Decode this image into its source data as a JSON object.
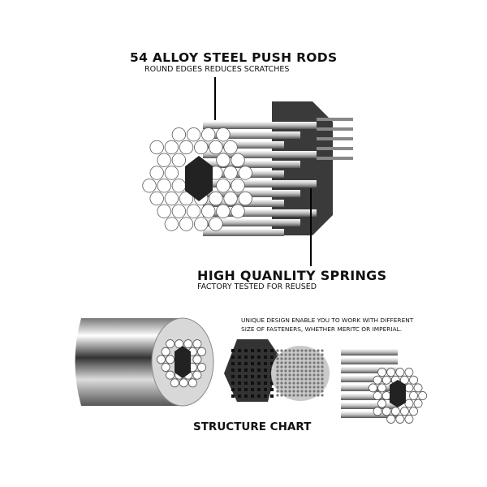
{
  "headline": {
    "title": "54 ALLOY STEEL PUSH RODS",
    "subtitle": "ROUND EDGES REDUCES SCRATCHES"
  },
  "springs": {
    "title": "HIGH QUANLITY SPRINGS",
    "subtitle": "FACTORY TESTED FOR REUSED"
  },
  "structure": {
    "description_line1": "UNIQUE DESIGN ENABLE YOU TO WORK WITH DIFFERENT",
    "description_line2": "SIZE OF FASTENERS, WHETHER MERITC OR IMPERIAL.",
    "label": "STRUCTURE CHART"
  },
  "colors": {
    "rod": "#e8e8e8",
    "dark": "#2b2b2b",
    "chrome": "#9a9a9a"
  }
}
